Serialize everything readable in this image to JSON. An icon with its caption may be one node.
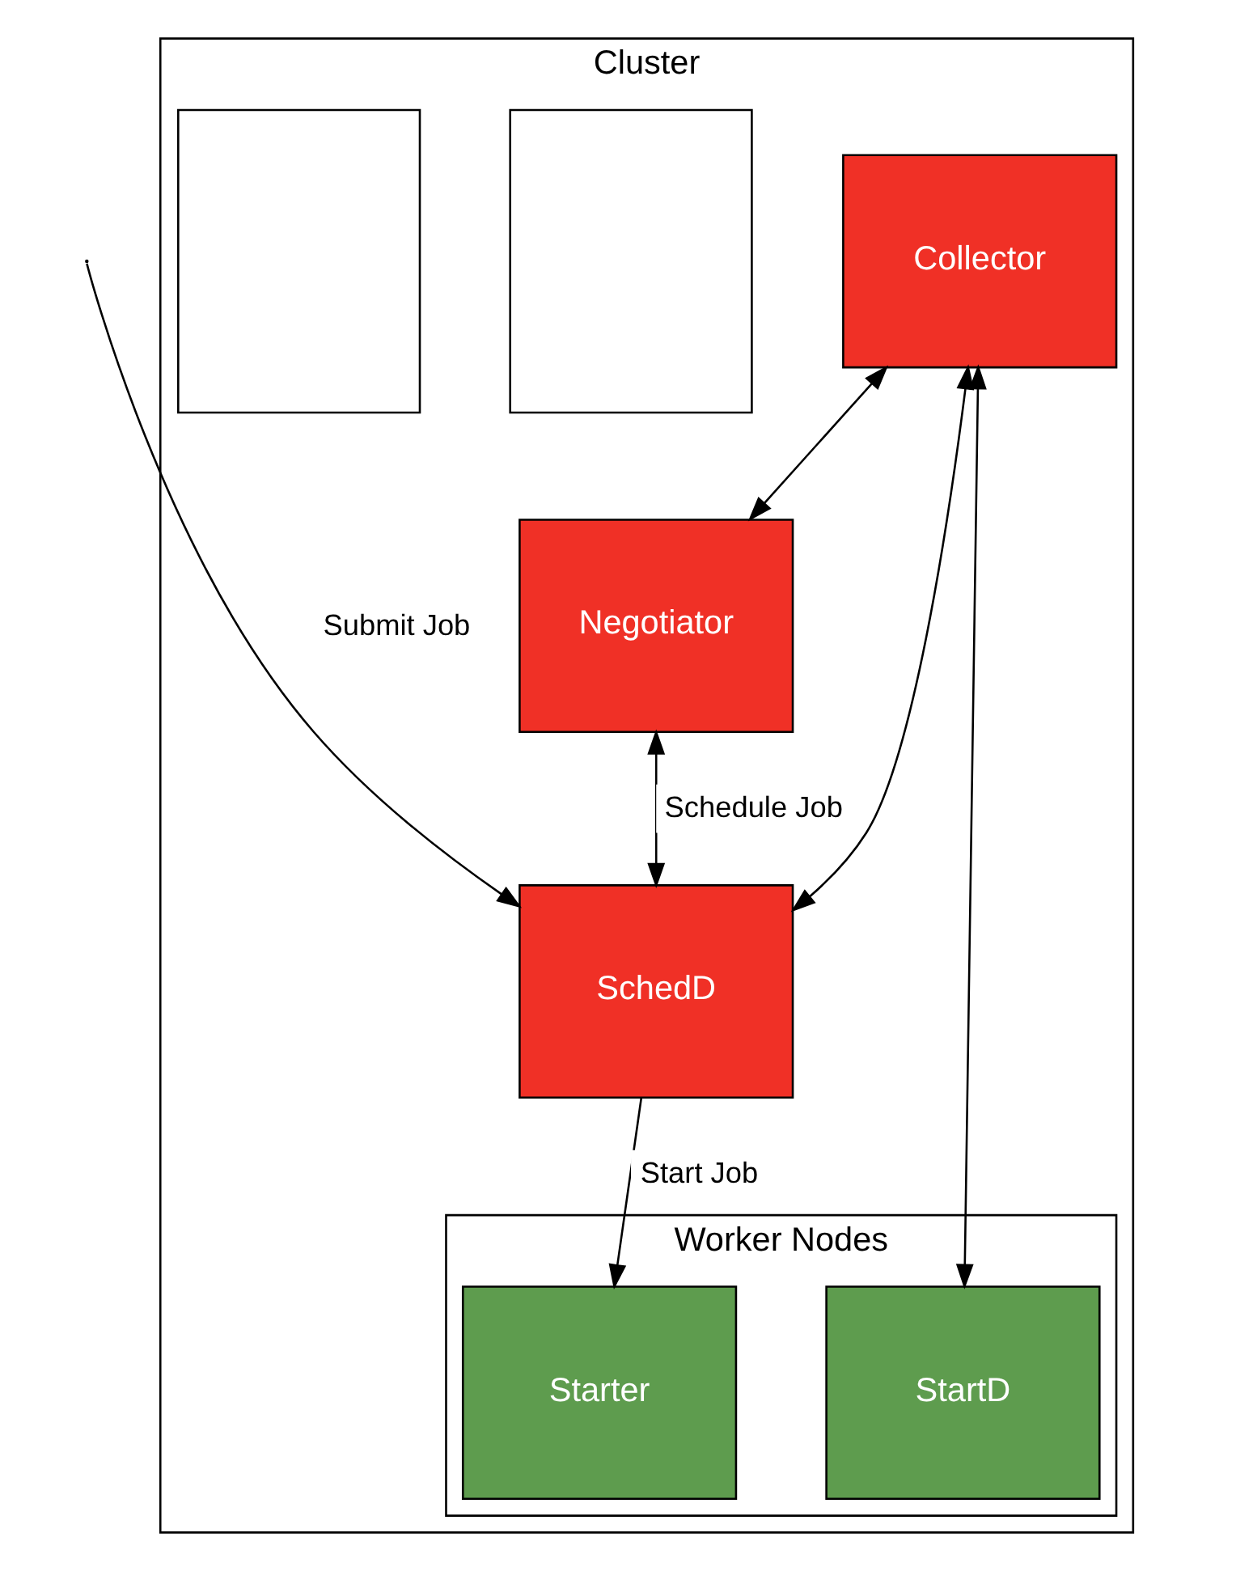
{
  "diagram": {
    "nodes": [
      {
        "text": [
          "Cluster"
        ]
      },
      {
        "text": [
          "Negotiator"
        ],
        "in": 0
      },
      {
        "text": [
          "Collector"
        ],
        "in": 0
      },
      {
        "text": [
          "SchedD"
        ],
        "in": 0
      },
      {
        "text": [],
        "shape": "box",
        "in": 0
      },
      {
        "text": [],
        "shape": "box",
        "in": 0
      },
      {
        "text": [
          "Worker Nodes"
        ],
        "in": 0
      },
      {
        "text": [
          "StartD"
        ],
        "in": 6
      },
      {
        "text": [
          "Starter"
        ],
        "in": 6
      }
    ],
    "edges": [
      {
        "from": 2,
        "to": 1,
        "arrow": "both"
      },
      {
        "from": 1,
        "to": 3,
        "arrow": "both",
        "label": "Schedule Job"
      },
      {
        "from": 2,
        "to": 3,
        "arrow": "both"
      },
      {
        "from": 2,
        "to": 7,
        "arrow": "both"
      },
      {
        "from": 3,
        "to": 8,
        "arrow": "to",
        "label": "Start Job"
      },
      {
        "from": null,
        "to": 3,
        "arrow": "to",
        "label": "Submit Job"
      }
    ]
  }
}
